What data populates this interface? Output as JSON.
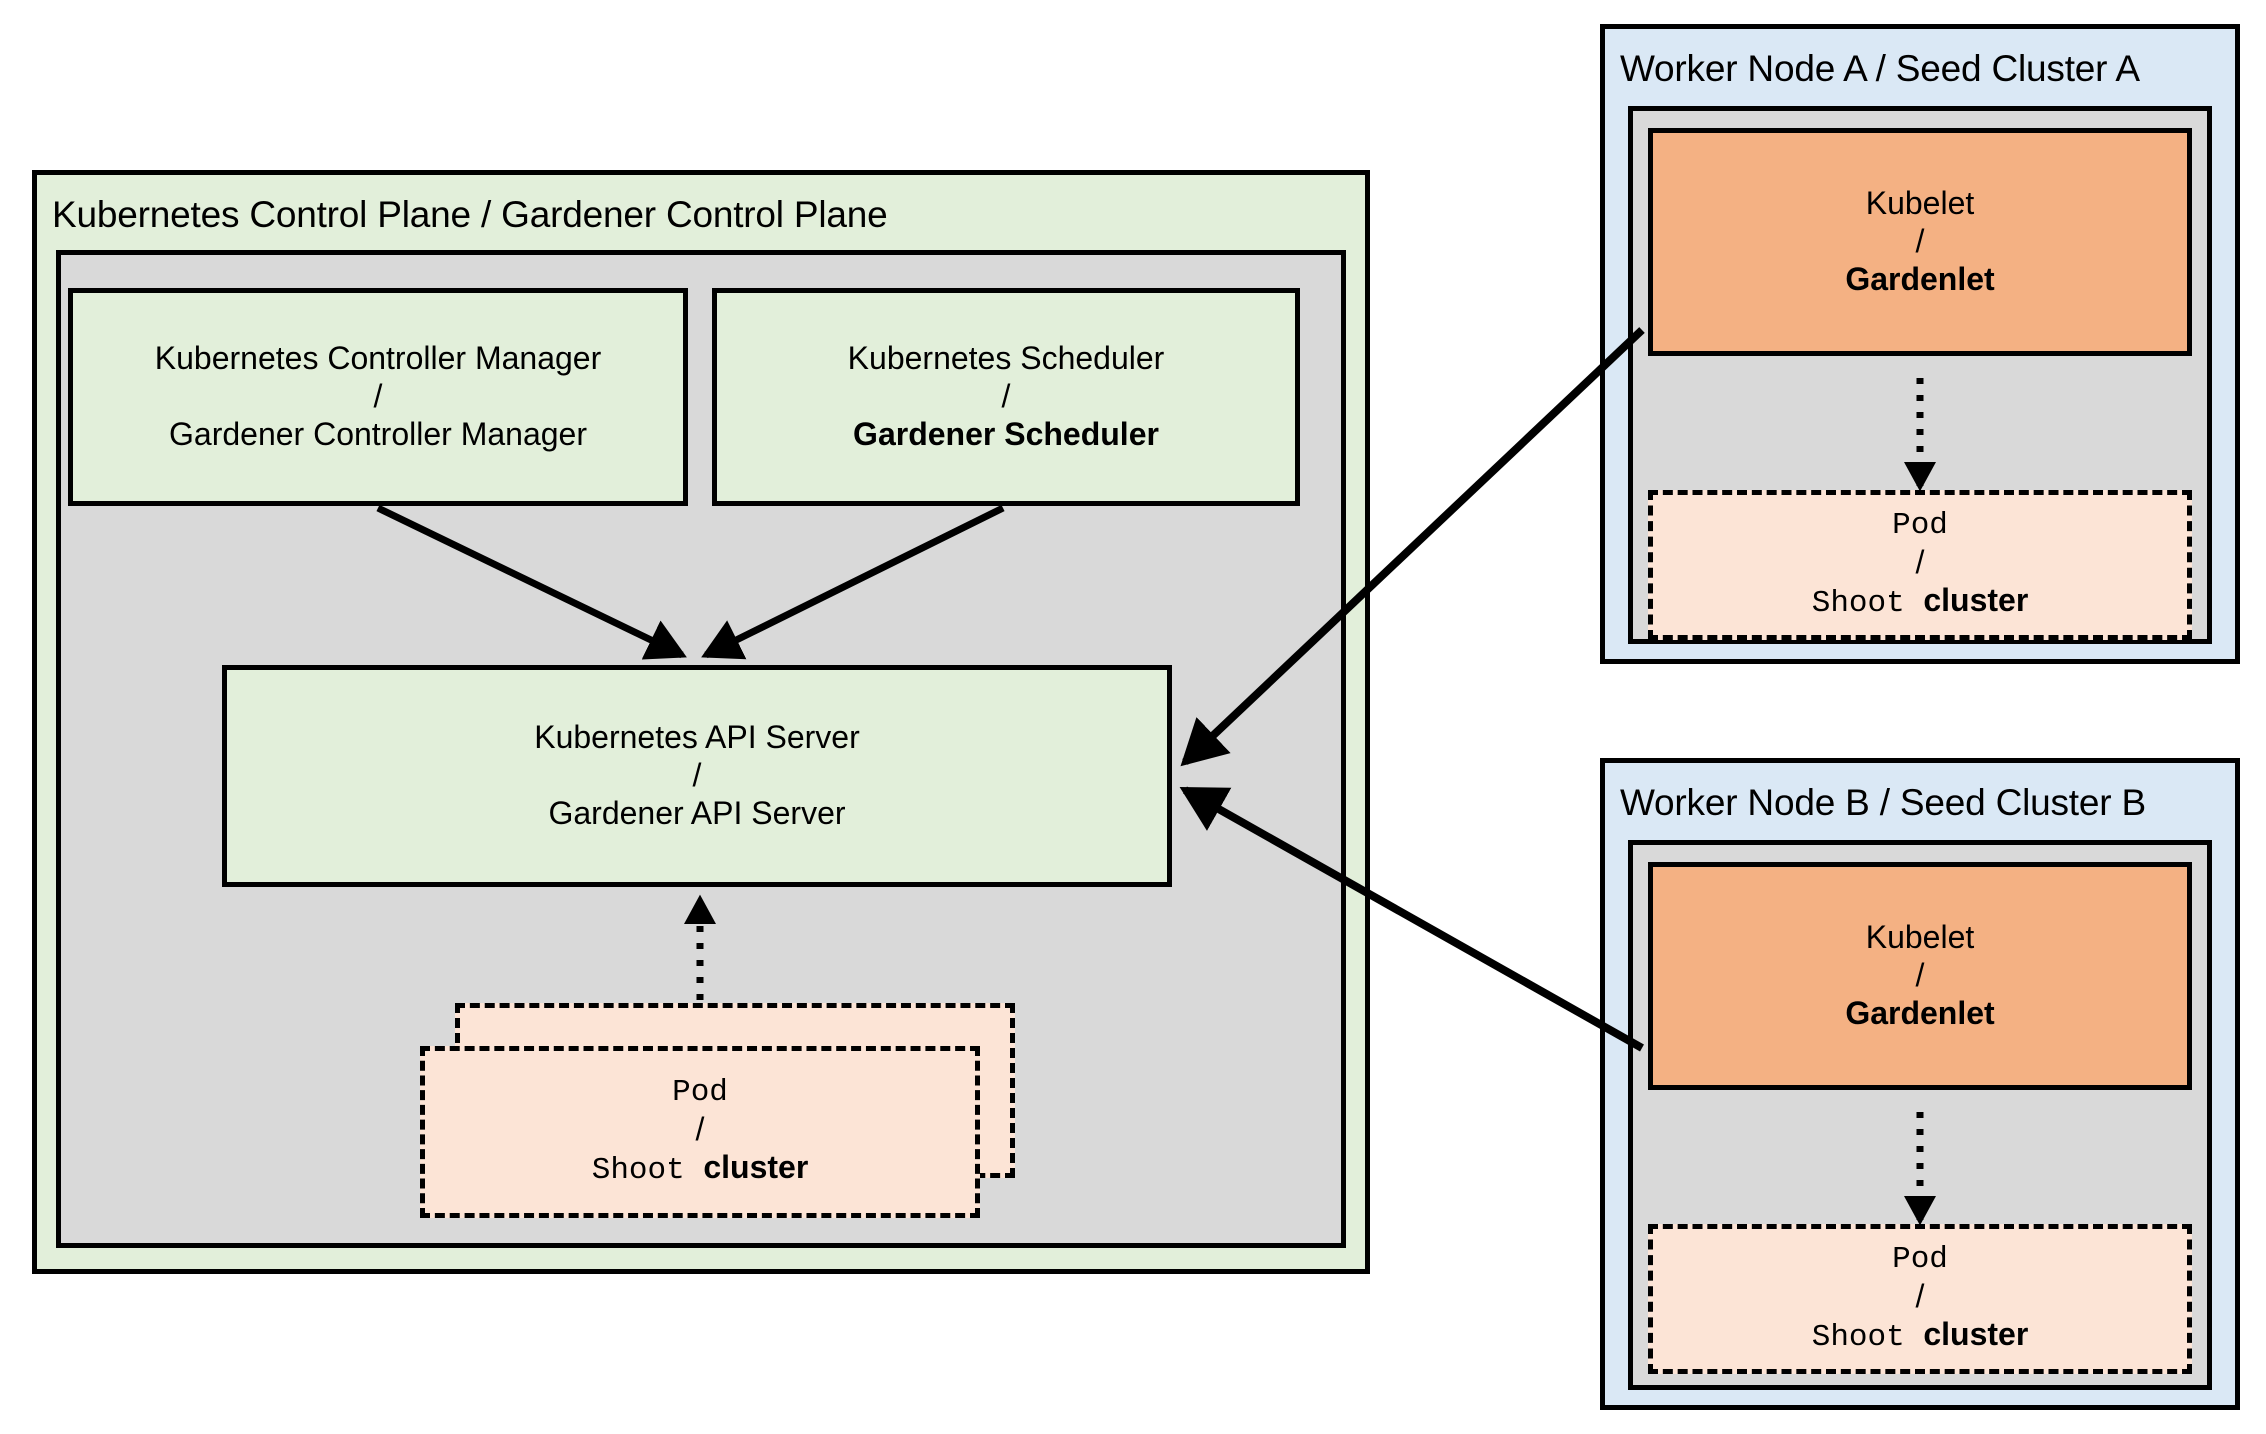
{
  "diagram": {
    "title_semantics": "Gardener architecture: Kubernetes Control Plane and Seed Clusters",
    "colors": {
      "control_plane_fill": "#e2efda",
      "inner_fill": "#d9d9d9",
      "worker_node_fill": "#dae8f5",
      "kubelet_fill": "#f4b183",
      "pod_fill": "#fce4d6",
      "stroke": "#000000"
    }
  },
  "control_plane": {
    "title": "Kubernetes Control Plane / Gardener Control Plane",
    "controller_manager": {
      "line1": "Kubernetes Controller Manager",
      "separator": "/",
      "line2": "Gardener Controller Manager"
    },
    "scheduler": {
      "line1": "Kubernetes Scheduler",
      "separator": "/",
      "line2": "Gardener Scheduler"
    },
    "api_server": {
      "line1": "Kubernetes API Server",
      "separator": "/",
      "line2": "Gardener API Server"
    },
    "pod": {
      "line1": "Pod",
      "separator": "/",
      "line2_mono": "Shoot",
      "line2_bold": "cluster"
    }
  },
  "worker_node_a": {
    "title": "Worker Node A / Seed Cluster A",
    "kubelet": {
      "line1": "Kubelet",
      "separator": "/",
      "line2": "Gardenlet"
    },
    "pod": {
      "line1": "Pod",
      "separator": "/",
      "line2_mono": "Shoot",
      "line2_bold": "cluster"
    }
  },
  "worker_node_b": {
    "title": "Worker Node B / Seed Cluster B",
    "kubelet": {
      "line1": "Kubelet",
      "separator": "/",
      "line2": "Gardenlet"
    },
    "pod": {
      "line1": "Pod",
      "separator": "/",
      "line2_mono": "Shoot",
      "line2_bold": "cluster"
    }
  }
}
